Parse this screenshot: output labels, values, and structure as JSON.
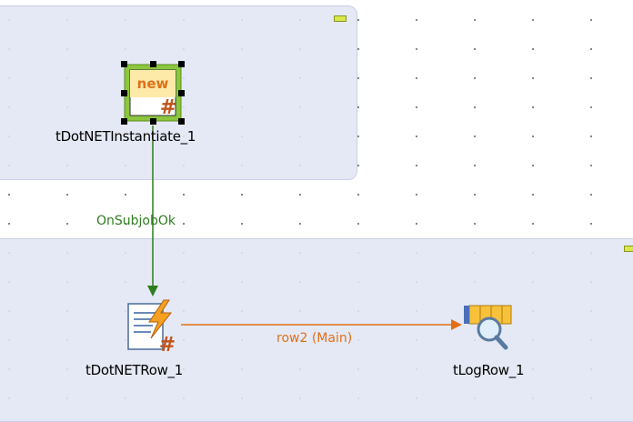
{
  "components": {
    "instantiate": {
      "label": "tDotNETInstantiate_1",
      "badge_text": "new",
      "icon": "dotnet-instantiate-icon"
    },
    "dotnetrow": {
      "label": "tDotNETRow_1",
      "icon": "dotnet-row-icon"
    },
    "logrow": {
      "label": "tLogRow_1",
      "icon": "log-row-icon"
    }
  },
  "links": {
    "trigger": {
      "label": "OnSubjobOk",
      "color": "#2e7d1e"
    },
    "main": {
      "label": "row2 (Main)",
      "color": "#e07018"
    }
  },
  "colors": {
    "subjob_bg": "#e1e6f4",
    "collapse_button": "#d8e84a",
    "selection_frame": "#8bc63e"
  }
}
